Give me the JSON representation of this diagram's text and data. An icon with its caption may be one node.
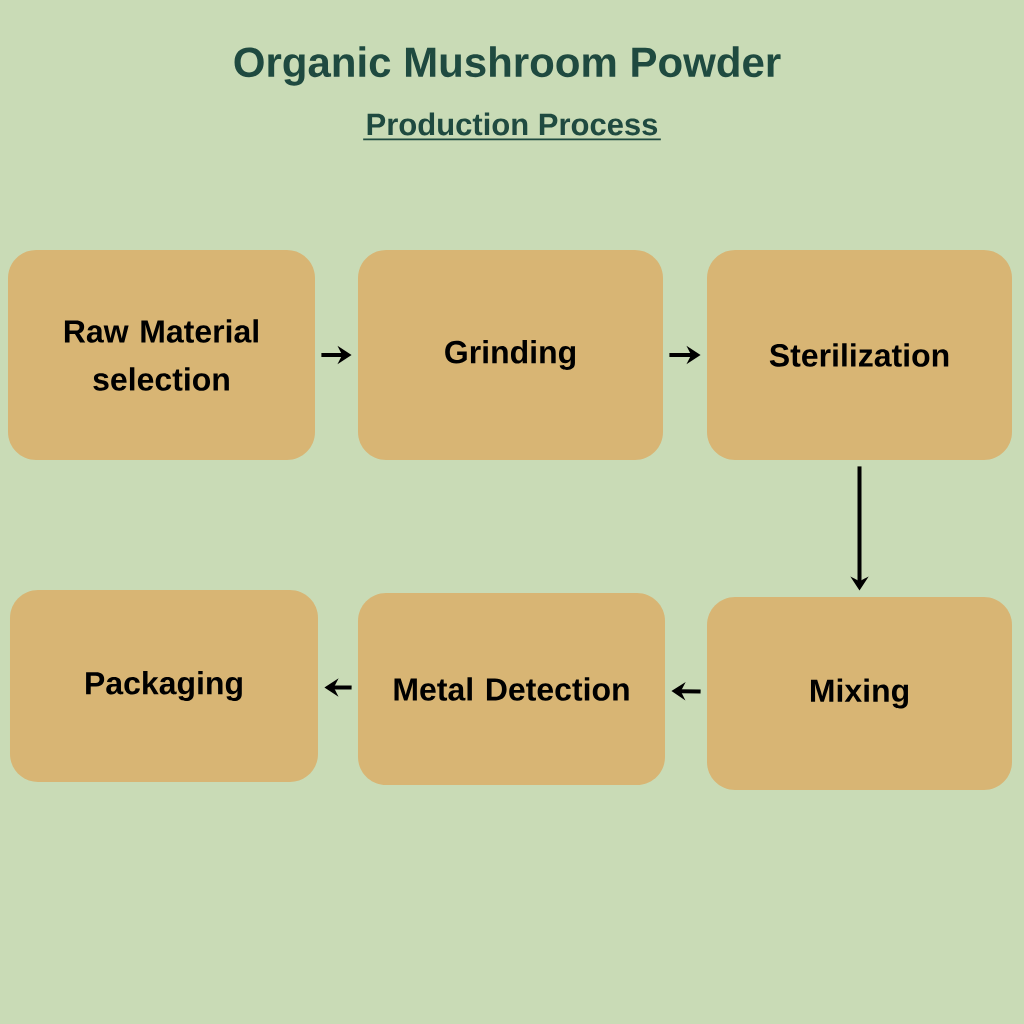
{
  "diagram": {
    "title": "Organic Mushroom Powder",
    "nodes": [
      {
        "text": [
          "Raw Material selection"
        ]
      },
      {
        "text": [
          "Grinding"
        ]
      },
      {
        "text": [
          "Sterilization"
        ]
      },
      {
        "text": [
          "Mixing"
        ]
      },
      {
        "text": [
          "Metal Detection"
        ]
      },
      {
        "text": [
          "Packaging"
        ]
      }
    ],
    "edges": [
      {
        "from": 0,
        "to": 1,
        "arrow": "to"
      },
      {
        "from": 1,
        "to": 2,
        "arrow": "to"
      },
      {
        "from": 2,
        "to": 3,
        "arrow": "to"
      },
      {
        "from": 3,
        "to": 4,
        "arrow": "to"
      },
      {
        "from": 4,
        "to": 5,
        "arrow": "to"
      }
    ],
    "labels": [
      "Production Process"
    ]
  }
}
